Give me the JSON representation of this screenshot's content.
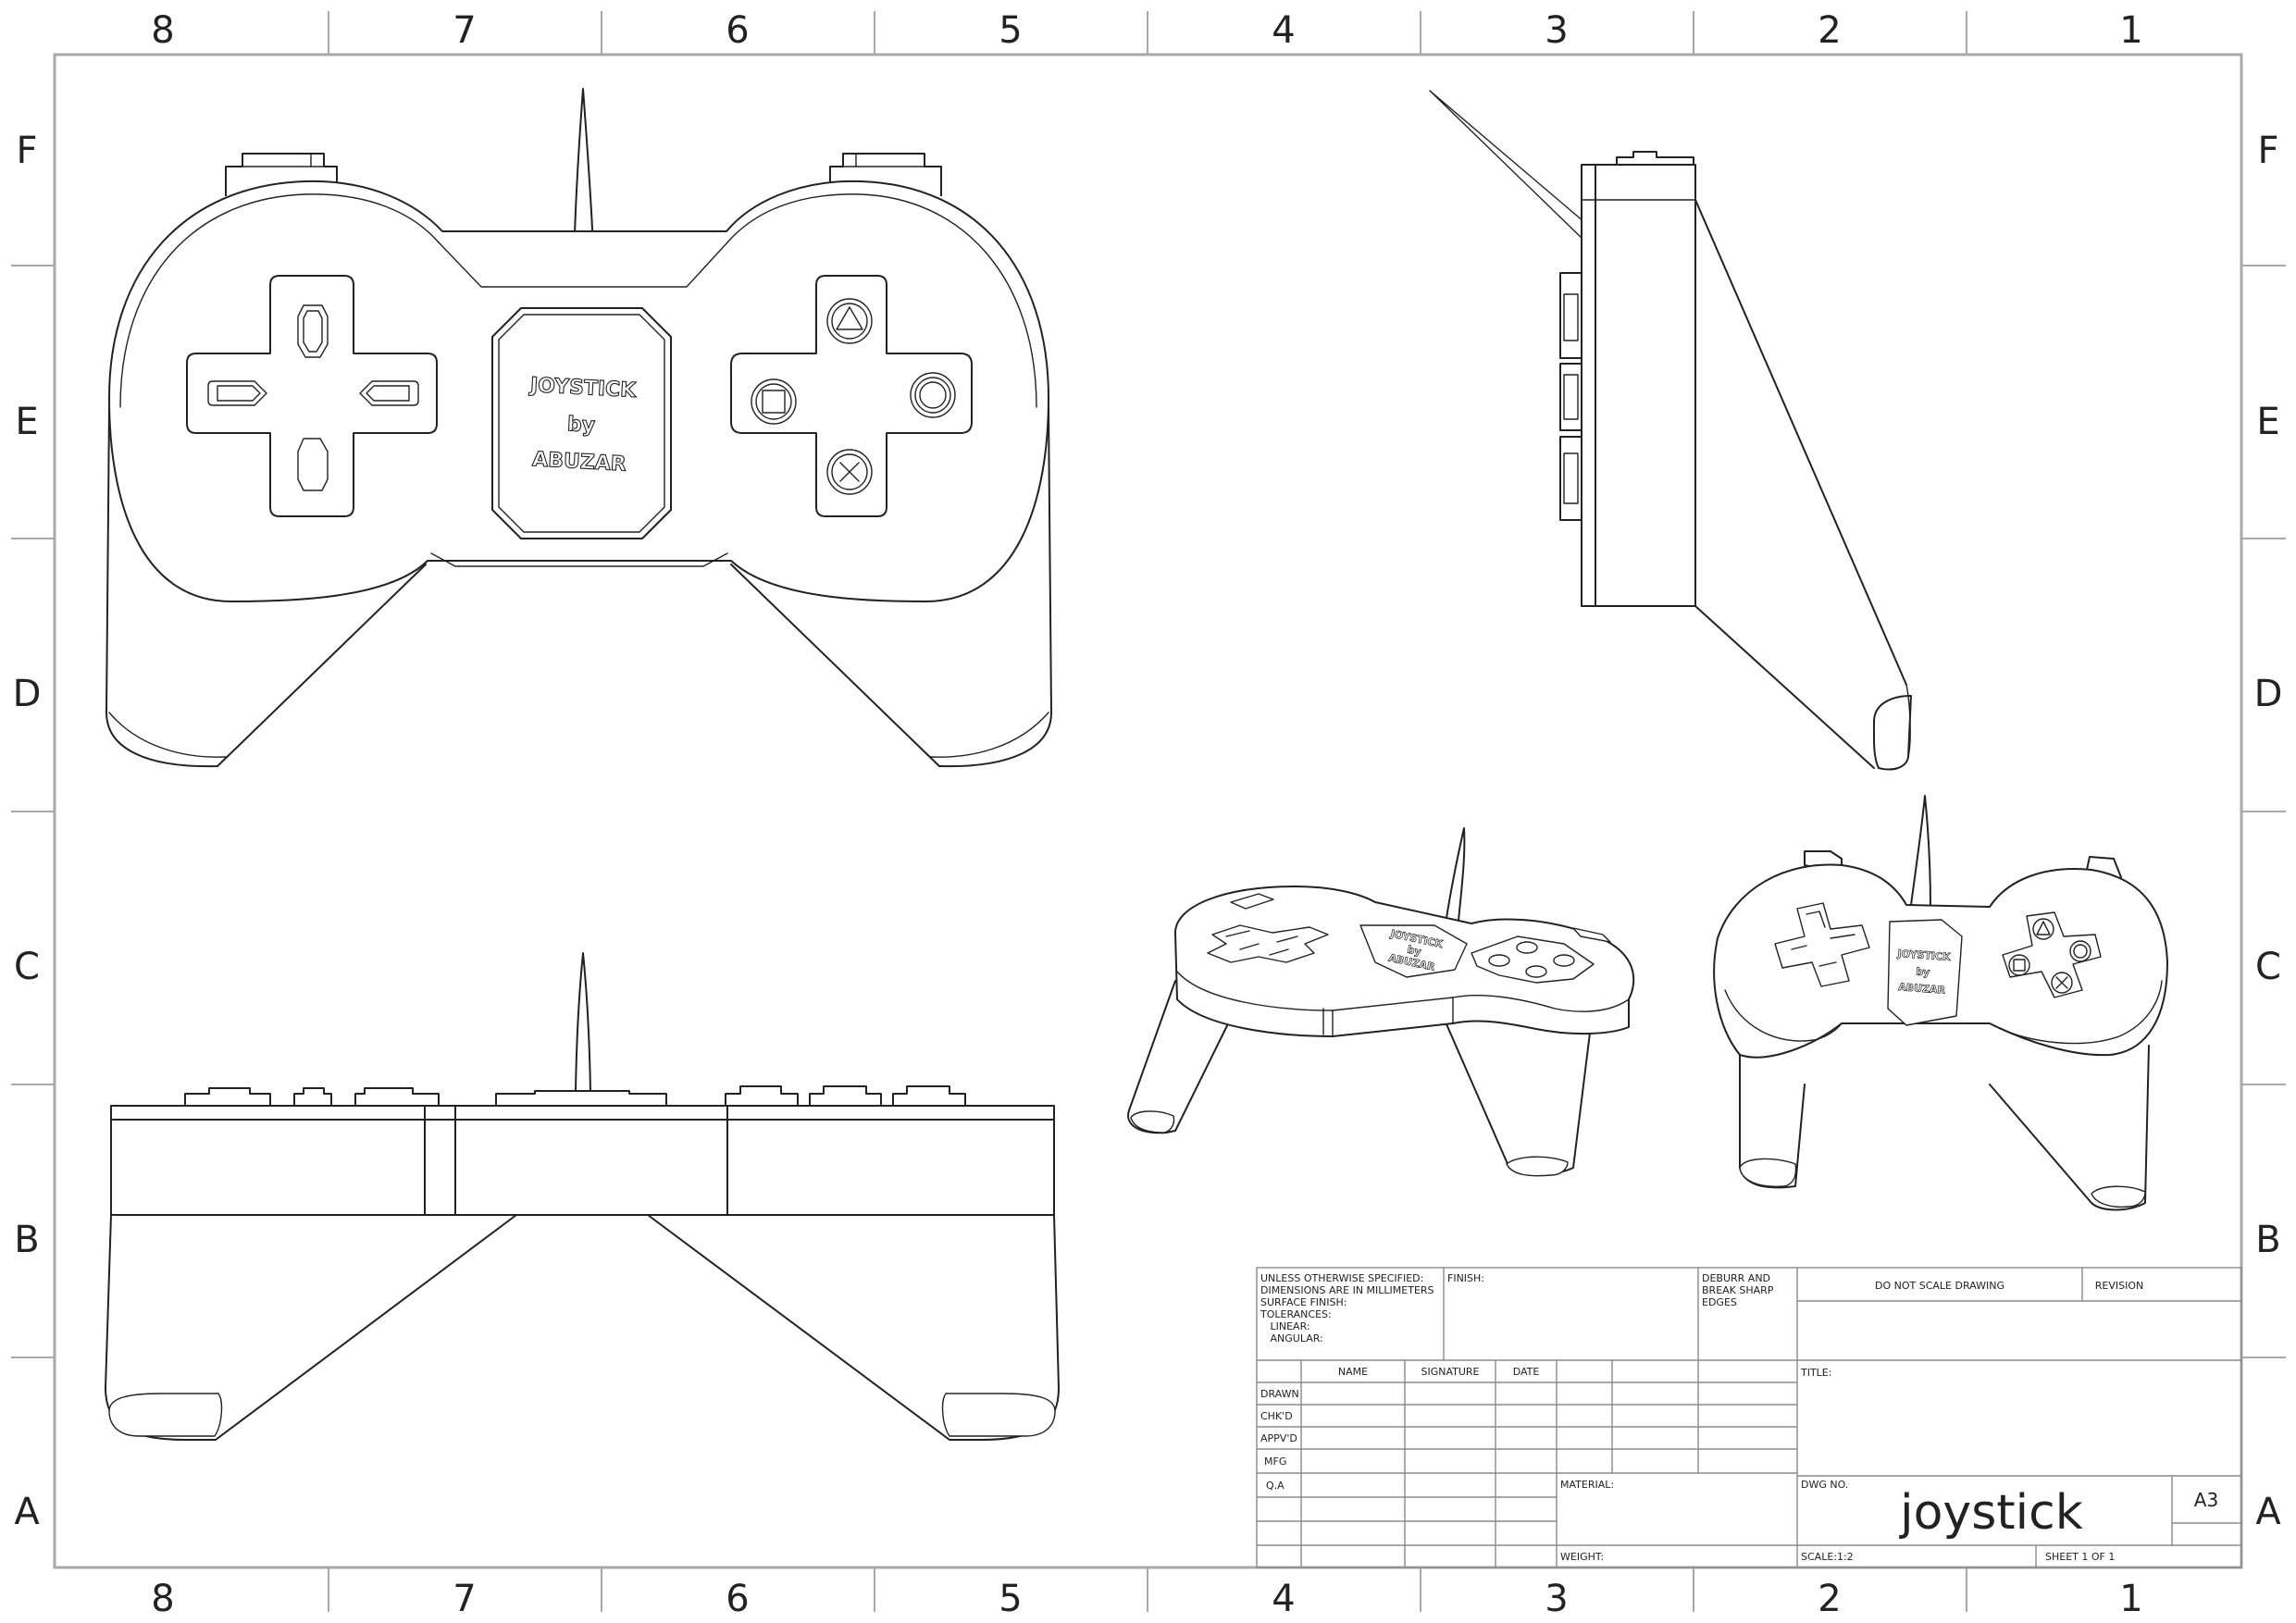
{
  "border": {
    "columns_top": [
      "8",
      "7",
      "6",
      "5",
      "4",
      "3",
      "2",
      "1"
    ],
    "columns_bottom": [
      "8",
      "7",
      "6",
      "5",
      "4",
      "3",
      "2",
      "1"
    ],
    "rows_left": [
      "F",
      "E",
      "D",
      "C",
      "B",
      "A"
    ],
    "rows_right": [
      "F",
      "E",
      "D",
      "C",
      "B",
      "A"
    ]
  },
  "views": {
    "front_label": [
      "JOYSTICK",
      "by",
      "ABUZAR"
    ],
    "iso_left_label": [
      "JOYSTICK",
      "by",
      "ABUZAR"
    ],
    "iso_right_label": [
      "JOYSTICK",
      "by",
      "ABUZAR"
    ]
  },
  "title_block": {
    "spec_lines": [
      "UNLESS OTHERWISE SPECIFIED:",
      "DIMENSIONS ARE IN MILLIMETERS",
      "SURFACE FINISH:",
      "TOLERANCES:",
      "   LINEAR:",
      "   ANGULAR:"
    ],
    "finish": "FINISH:",
    "deburr_lines": [
      "DEBURR AND",
      "BREAK SHARP",
      "EDGES"
    ],
    "no_scale": "DO NOT SCALE DRAWING",
    "revision": "REVISION",
    "col_name": "NAME",
    "col_signature": "SIGNATURE",
    "col_date": "DATE",
    "rows": [
      "DRAWN",
      "CHK'D",
      "APPV'D",
      "MFG",
      "Q.A"
    ],
    "title": "TITLE:",
    "material": "MATERIAL:",
    "weight": "WEIGHT:",
    "dwg_no_label": "DWG NO.",
    "dwg_no": "joystick",
    "size": "A3",
    "scale": "SCALE:1:2",
    "sheet": "SHEET 1 OF 1"
  }
}
